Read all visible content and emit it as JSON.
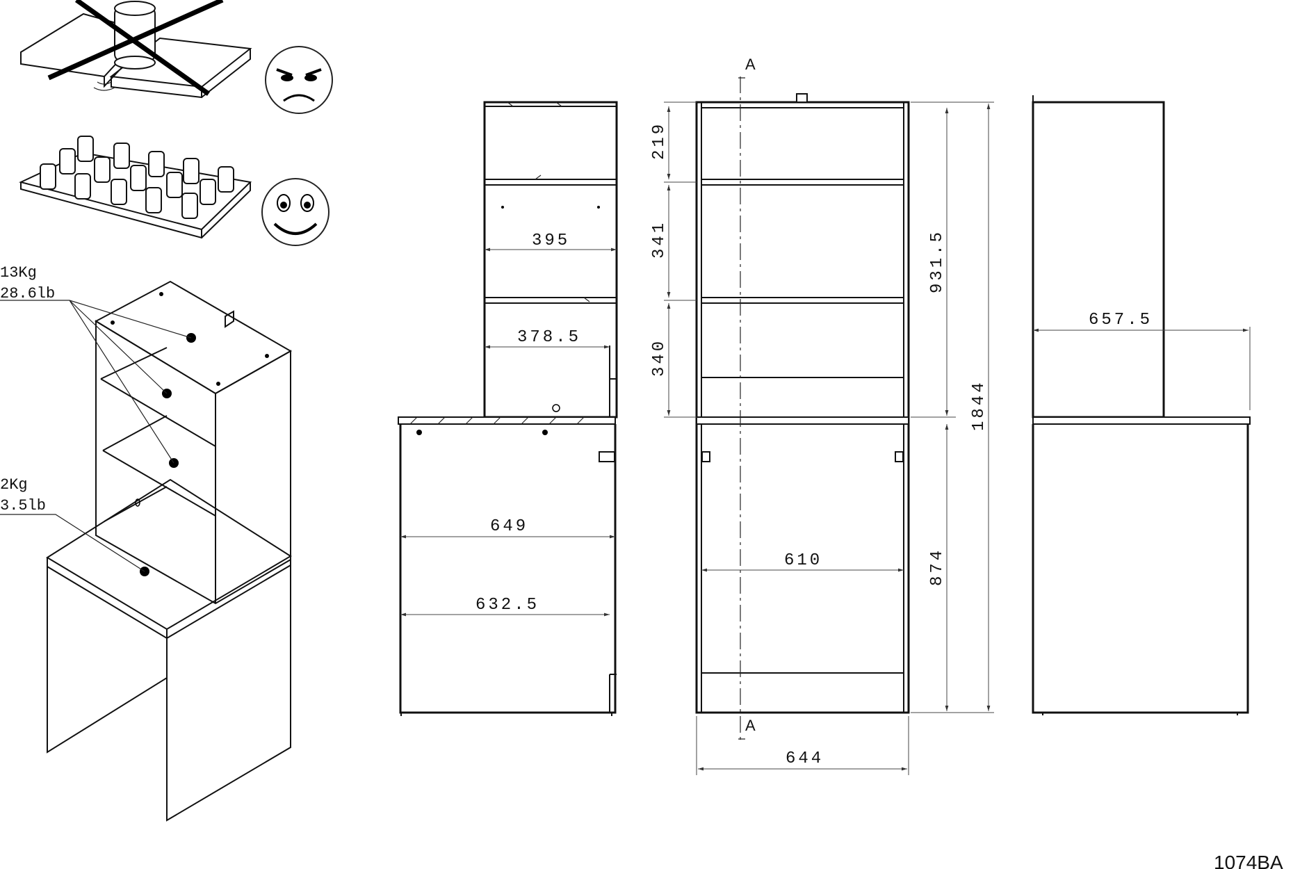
{
  "weights": {
    "shelf_kg": "13Kg",
    "shelf_lb": "28.6lb",
    "desk_kg": "2Kg",
    "desk_lb": "3.5lb"
  },
  "side_view": {
    "dims": [
      "395",
      "378.5",
      "649",
      "632.5"
    ]
  },
  "front_view": {
    "section_top": "A",
    "section_bottom": "A",
    "dims": {
      "d219": "219",
      "d341": "341",
      "d340": "340",
      "d931": "931.5",
      "d1844": "1844",
      "d874": "874",
      "d610": "610",
      "d644": "644"
    }
  },
  "right_view": {
    "dims": [
      "657.5"
    ]
  },
  "product_code": "1074BA"
}
